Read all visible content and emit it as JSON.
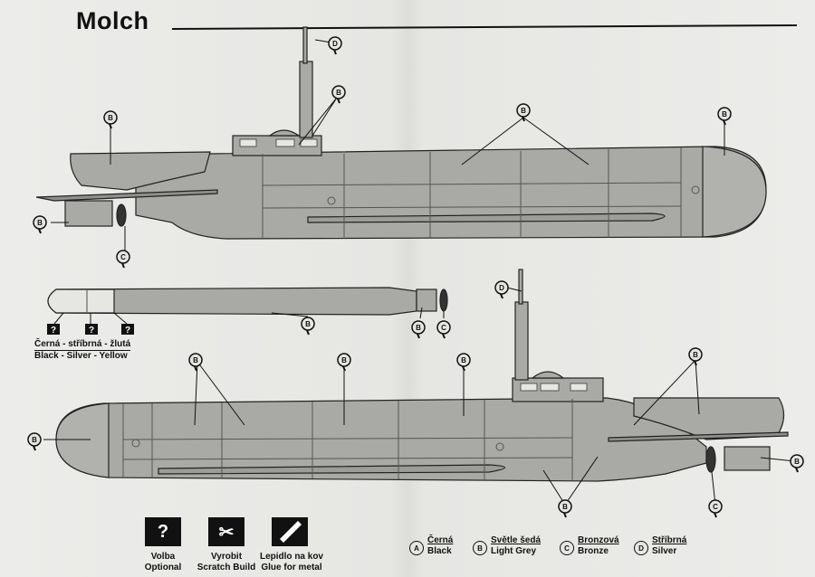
{
  "title": "Molch",
  "callout_letters": {
    "A": "A",
    "B": "B",
    "C": "C",
    "D": "D",
    "Q": "?"
  },
  "torpedo_labels": {
    "czech": "Černá - stříbrná - žlutá",
    "english": "Black - Silver - Yellow"
  },
  "icons": [
    {
      "glyph": "?",
      "icon": "question-icon",
      "cz": "Volba",
      "en": "Optional"
    },
    {
      "glyph": "✂",
      "icon": "scissors-icon",
      "cz": "Vyrobit",
      "en": "Scratch Build"
    },
    {
      "glyph": "",
      "icon": "glue-tube-icon",
      "cz": "Lepidlo na kov",
      "en": "Glue for metal"
    }
  ],
  "legend": [
    {
      "letter": "A",
      "cz": "Černá",
      "en": "Black"
    },
    {
      "letter": "B",
      "cz": "Světle šedá",
      "en": "Light Grey"
    },
    {
      "letter": "C",
      "cz": "Bronzová",
      "en": "Bronze"
    },
    {
      "letter": "D",
      "cz": "Stříbrná",
      "en": "Silver"
    }
  ],
  "colors": {
    "hull_grey": "#a9aaa6",
    "ink": "#111111",
    "paper": "#e9e9e6"
  }
}
